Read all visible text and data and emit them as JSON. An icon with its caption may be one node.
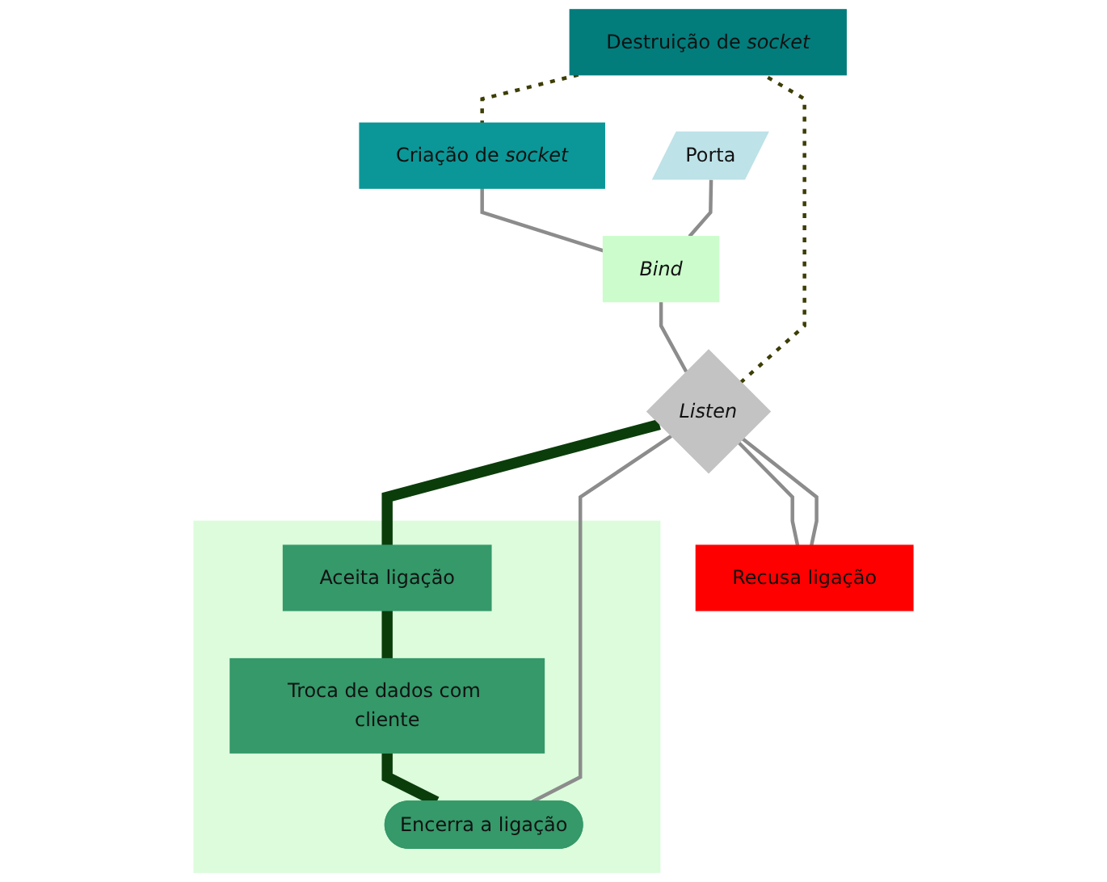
{
  "diagram": {
    "nodes": [
      {
        "text": [
          "Destruição de *socket*"
        ]
      },
      {
        "text": [
          "Criação de *socket*"
        ]
      },
      {
        "text": [
          "Porta"
        ]
      },
      {
        "text": [
          "Bind"
        ]
      },
      {
        "text": [
          "Listen"
        ]
      },
      {
        "text": [],
        "shape": "box"
      },
      {
        "text": [
          "Aceita ligação"
        ],
        "in": 5
      },
      {
        "text": [
          "Troca de dados com cliente"
        ],
        "in": 5
      },
      {
        "text": [
          "Recusa ligação"
        ]
      },
      {
        "text": [
          "Encerra a ligação"
        ],
        "in": 5
      }
    ],
    "edges": [
      {
        "from": 1,
        "to": 3,
        "arrow": "none"
      },
      {
        "from": 2,
        "to": 3,
        "arrow": "none"
      },
      {
        "from": 3,
        "to": 4,
        "arrow": "none"
      },
      {
        "from": 4,
        "to": 6,
        "arrow": "none",
        "style": "thick",
        "color": "#0b3d0b"
      },
      {
        "from": 6,
        "to": 7,
        "arrow": "none",
        "style": "thick",
        "color": "#0b3d0b"
      },
      {
        "from": 7,
        "to": 9,
        "arrow": "none",
        "style": "thick",
        "color": "#0b3d0b"
      },
      {
        "from": 4,
        "to": 8,
        "arrow": "none"
      },
      {
        "from": 8,
        "to": 4,
        "arrow": "none"
      },
      {
        "from": 9,
        "to": 4,
        "arrow": "none"
      },
      {
        "from": 4,
        "to": 0,
        "arrow": "none",
        "style": "dashed",
        "color": "#3d3d05"
      },
      {
        "from": 0,
        "to": 1,
        "arrow": "none",
        "style": "dashed",
        "color": "#3d3d05"
      }
    ]
  }
}
